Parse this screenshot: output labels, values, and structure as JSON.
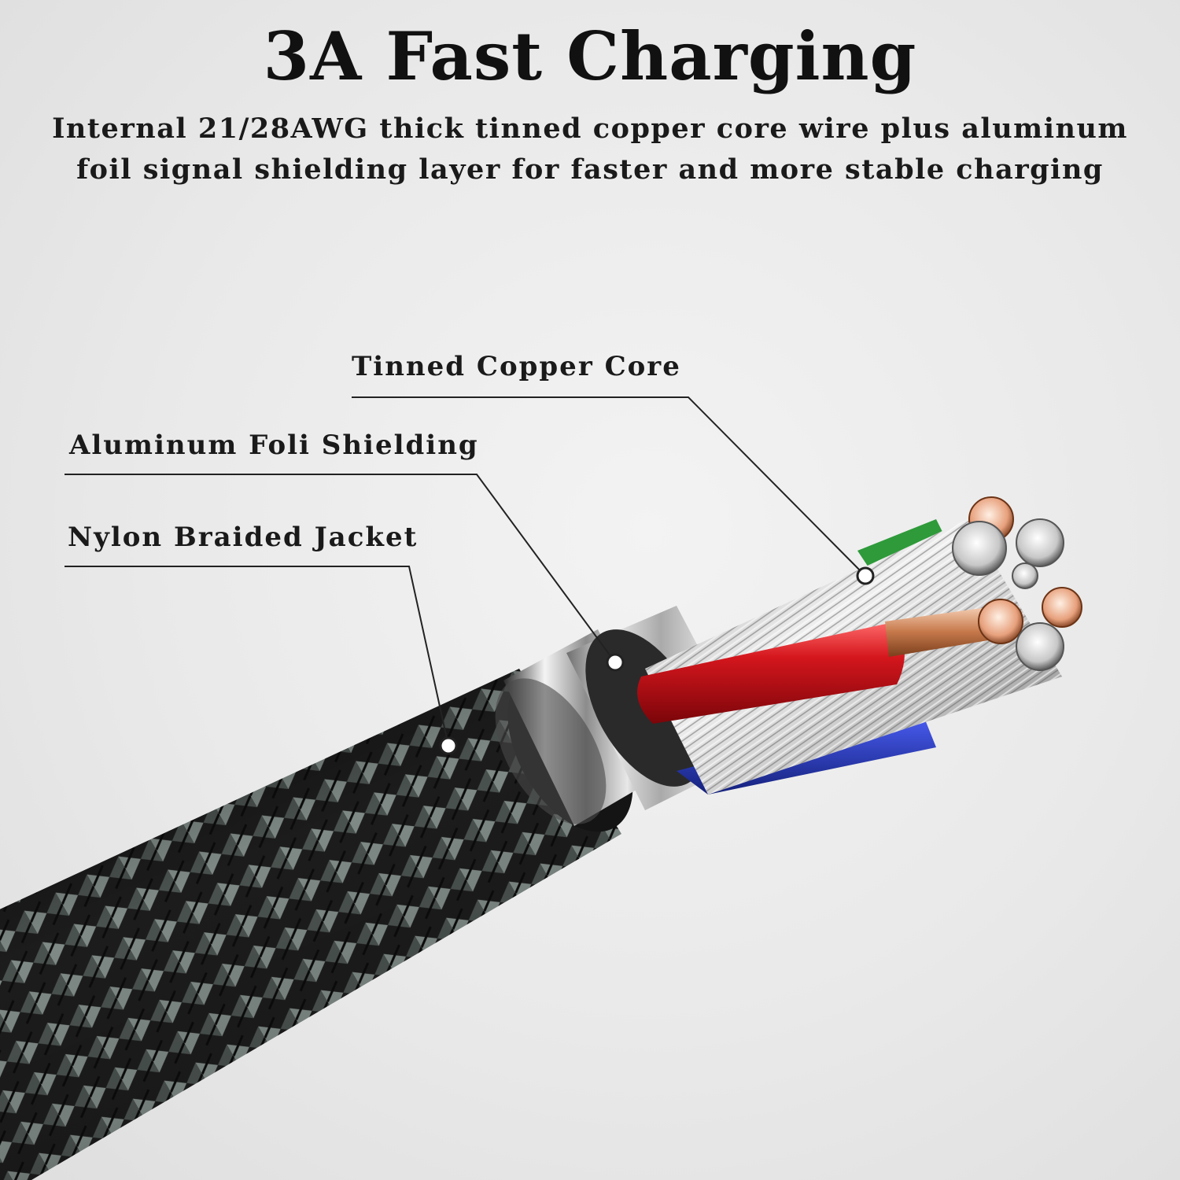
{
  "heading": {
    "title": "3A Fast Charging",
    "subtitle_line1": "Internal 21/28AWG thick tinned copper core wire plus aluminum",
    "subtitle_line2": "foil signal shielding layer for faster and more stable charging"
  },
  "callouts": {
    "tinned_copper_core": "Tinned Copper Core",
    "aluminum_shielding": "Aluminum Foli Shielding",
    "nylon_jacket": "Nylon Braided Jacket"
  },
  "colors": {
    "background": "#e9e9e9",
    "text": "#111111",
    "braid_dark": "#1c1c1c",
    "braid_light": "#7f8a86",
    "red_wire": "#c8141b",
    "blue_wire": "#2a3fd6",
    "green_wire": "#2e9a3a",
    "copper": "#d9906a",
    "tin": "#c9c9c9"
  }
}
